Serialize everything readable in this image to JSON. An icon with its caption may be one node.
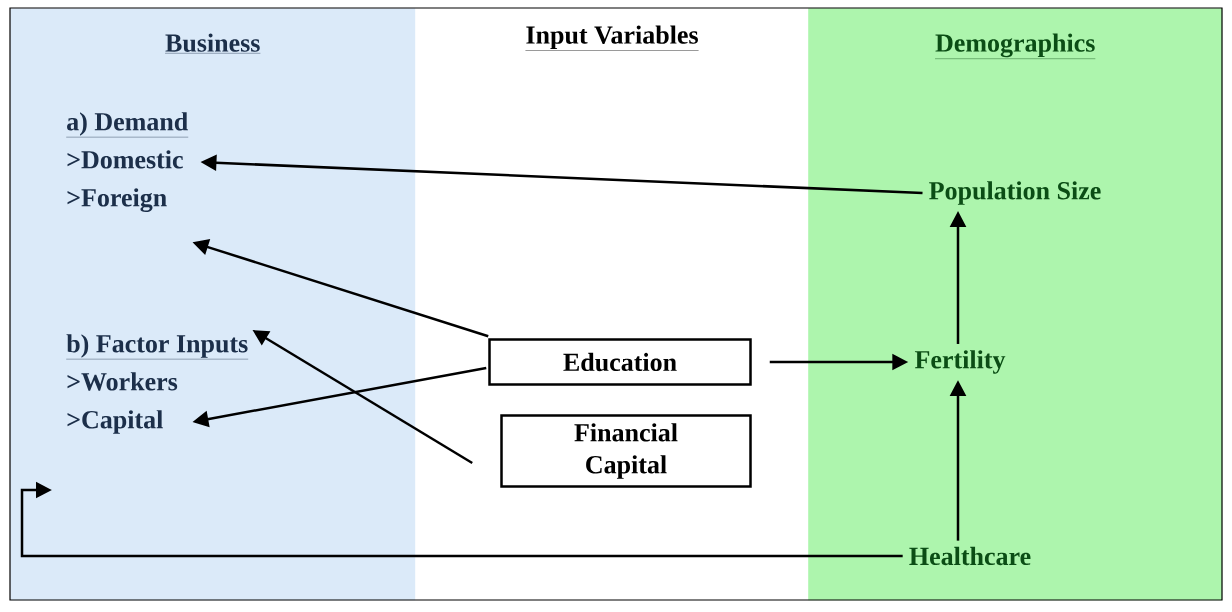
{
  "diagram": {
    "nodes": [
      {
        "text": [
          "Business"
        ]
      },
      {
        "text": [
          "a) Demand",
          ">Domestic",
          ">Foreign"
        ],
        "in": 0
      },
      {
        "text": [
          "b) Factor Inputs",
          ">Workers",
          ">Capital"
        ],
        "in": 0
      },
      {
        "text": [
          "Demographics"
        ]
      },
      {
        "text": [
          "Population Size"
        ],
        "in": 3
      },
      {
        "text": [
          "Fertility"
        ],
        "in": 3
      },
      {
        "text": [
          "Healthcare"
        ],
        "in": 3
      },
      {
        "text": [
          "Education"
        ]
      },
      {
        "text": [
          "Financial Capital"
        ]
      }
    ],
    "edges": [
      {
        "from": 4,
        "to": 1,
        "arrow": "to"
      },
      {
        "from": 7,
        "to": 1,
        "arrow": "to"
      },
      {
        "from": 7,
        "to": 2,
        "arrow": "to"
      },
      {
        "from": 8,
        "to": 2,
        "arrow": "to"
      },
      {
        "from": 7,
        "to": 5,
        "arrow": "to"
      },
      {
        "from": 5,
        "to": 4,
        "arrow": "to"
      },
      {
        "from": 6,
        "to": 5,
        "arrow": "to"
      },
      {
        "from": 6,
        "to": 2,
        "arrow": "to"
      }
    ],
    "labels": [
      "Input Variables"
    ]
  }
}
